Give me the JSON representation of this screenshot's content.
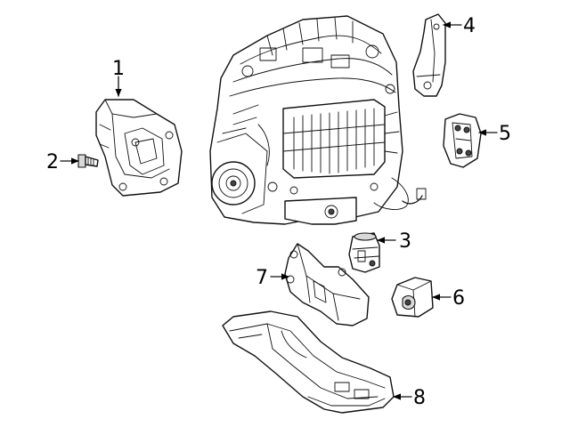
{
  "callouts": [
    {
      "id": "1",
      "label": "1"
    },
    {
      "id": "2",
      "label": "2"
    },
    {
      "id": "3",
      "label": "3"
    },
    {
      "id": "4",
      "label": "4"
    },
    {
      "id": "5",
      "label": "5"
    },
    {
      "id": "6",
      "label": "6"
    },
    {
      "id": "7",
      "label": "7"
    },
    {
      "id": "8",
      "label": "8"
    }
  ],
  "colors": {
    "ink": "#111111",
    "background": "#ffffff",
    "shade": "#d9d9d9"
  }
}
